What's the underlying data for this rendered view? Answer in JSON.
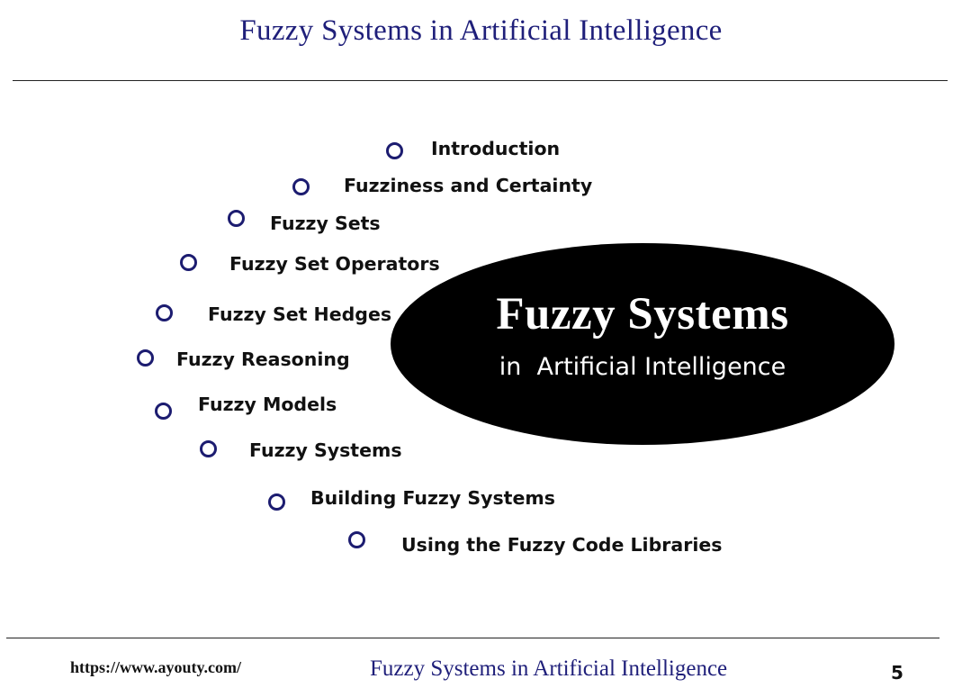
{
  "header": {
    "title": "Fuzzy Systems in Artificial Intelligence"
  },
  "topics": [
    {
      "label": "Introduction"
    },
    {
      "label": "Fuzziness and Certainty"
    },
    {
      "label": "Fuzzy Sets"
    },
    {
      "label": "Fuzzy Set Operators"
    },
    {
      "label": "Fuzzy Set Hedges"
    },
    {
      "label": "Fuzzy Reasoning"
    },
    {
      "label": "Fuzzy Models"
    },
    {
      "label": "Fuzzy Systems"
    },
    {
      "label": "Building Fuzzy Systems"
    },
    {
      "label": "Using the Fuzzy Code Libraries"
    }
  ],
  "highlight": {
    "title": "Fuzzy Systems",
    "subtitle": "in  Artificial Intelligence"
  },
  "footer": {
    "url": "https://www.ayouty.com/",
    "title": "Fuzzy Systems in Artificial Intelligence",
    "page_number": "5"
  },
  "colors": {
    "title": "#1f1f7a",
    "bullet": "#1c1c70",
    "ellipse": "#000000"
  },
  "icons": {
    "bullet": "circle-outline-icon"
  }
}
